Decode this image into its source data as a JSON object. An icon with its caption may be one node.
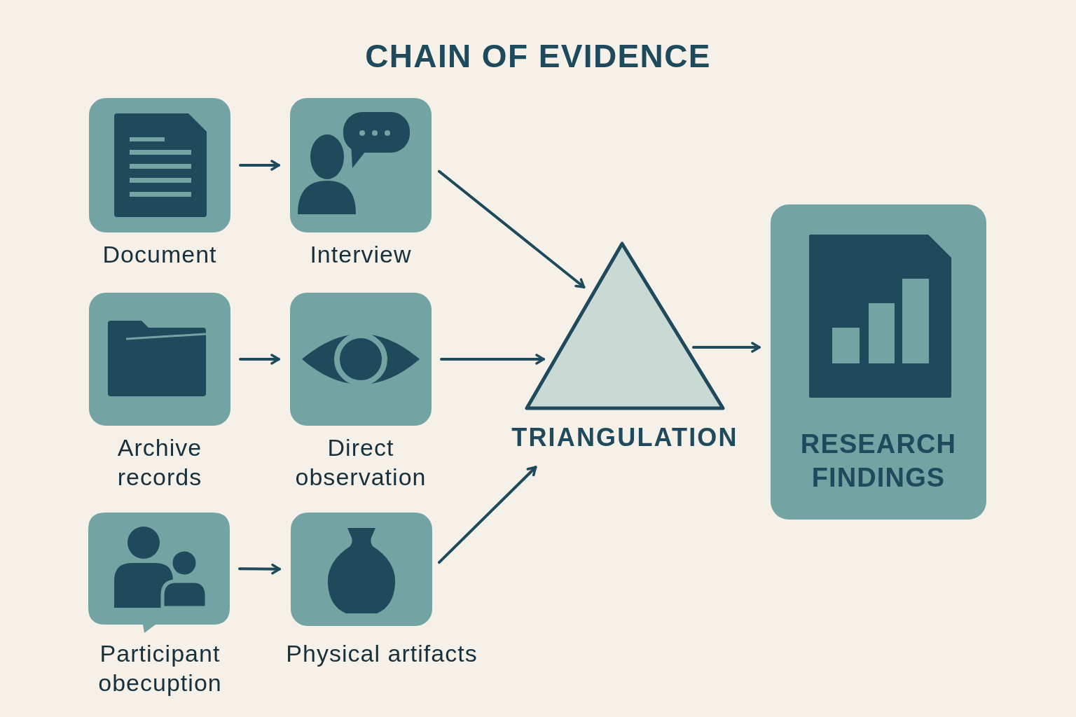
{
  "diagram": {
    "title": "CHAIN OF EVIDENCE",
    "nodes": [
      {
        "text": [
          "Document"
        ]
      },
      {
        "text": [
          "Interview"
        ]
      },
      {
        "text": [
          "Archive records"
        ]
      },
      {
        "text": [
          "Direct observation"
        ]
      },
      {
        "text": [
          "Participant obecuption"
        ]
      },
      {
        "text": [
          "Physical artifacts"
        ]
      },
      {
        "text": [
          "TRIANGULATION"
        ]
      },
      {
        "text": [
          "RESEARCH FINDINGS"
        ]
      }
    ],
    "edges": [
      {
        "from": 0,
        "to": 1,
        "arrow": "to"
      },
      {
        "from": 2,
        "to": 3,
        "arrow": "to"
      },
      {
        "from": 4,
        "to": 5,
        "arrow": "to"
      },
      {
        "from": 1,
        "to": 6,
        "arrow": "to"
      },
      {
        "from": 3,
        "to": 6,
        "arrow": "to"
      },
      {
        "from": 5,
        "to": 6,
        "arrow": "to"
      },
      {
        "from": 6,
        "to": 7,
        "arrow": "to"
      }
    ]
  }
}
